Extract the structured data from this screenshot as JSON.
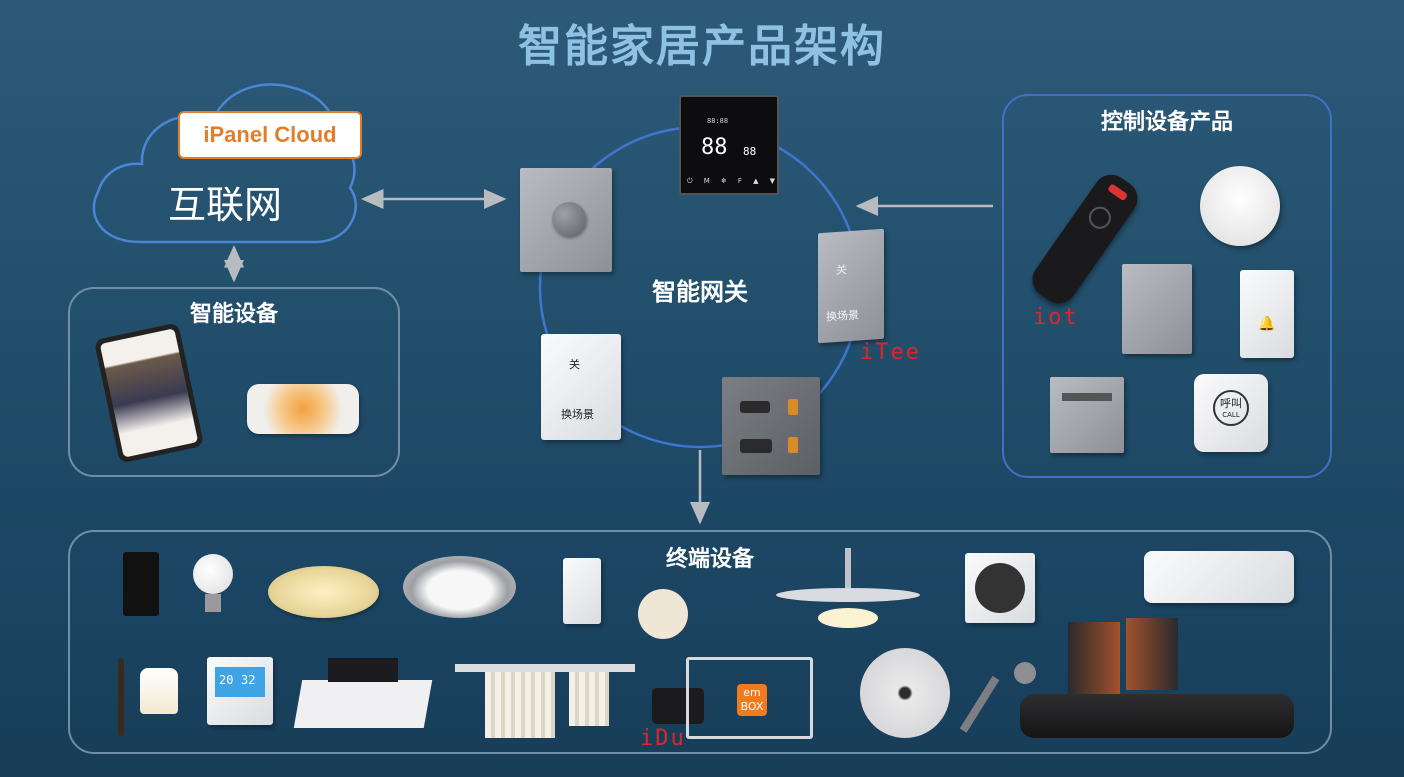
{
  "title": "智能家居产品架构",
  "cloud": {
    "tag": "iPanel Cloud",
    "label": "互联网"
  },
  "smart_devices": {
    "title": "智能设备"
  },
  "gateway": {
    "label": "智能网关",
    "switch_off_label": "关",
    "switch_scene_label": "换场景",
    "itee_label": "iTee"
  },
  "control_devices": {
    "title": "控制设备产品",
    "iot_label": "iot",
    "call_button_label": "呼叫",
    "call_button_sub": "CALL"
  },
  "terminal_devices": {
    "title": "终端设备",
    "idu_label": "iDu",
    "embox_label_line1": "em",
    "embox_label_line2": "BOX"
  },
  "thermostat": {
    "time": "88:88",
    "temp_main": "88",
    "temp_sub": "88",
    "buttons": [
      "⏻",
      "M",
      "❄",
      "F",
      "▲",
      "▼"
    ]
  },
  "wall_thermostat": {
    "temp_a": "20",
    "temp_b": "32"
  },
  "colors": {
    "title": "#8ec1e2",
    "panel_border": "#6f8fa6",
    "blue_border": "#4470c4",
    "cloud_orange": "#e27d2c",
    "red_label": "#e0242c",
    "embox_orange": "#f07b1f"
  }
}
